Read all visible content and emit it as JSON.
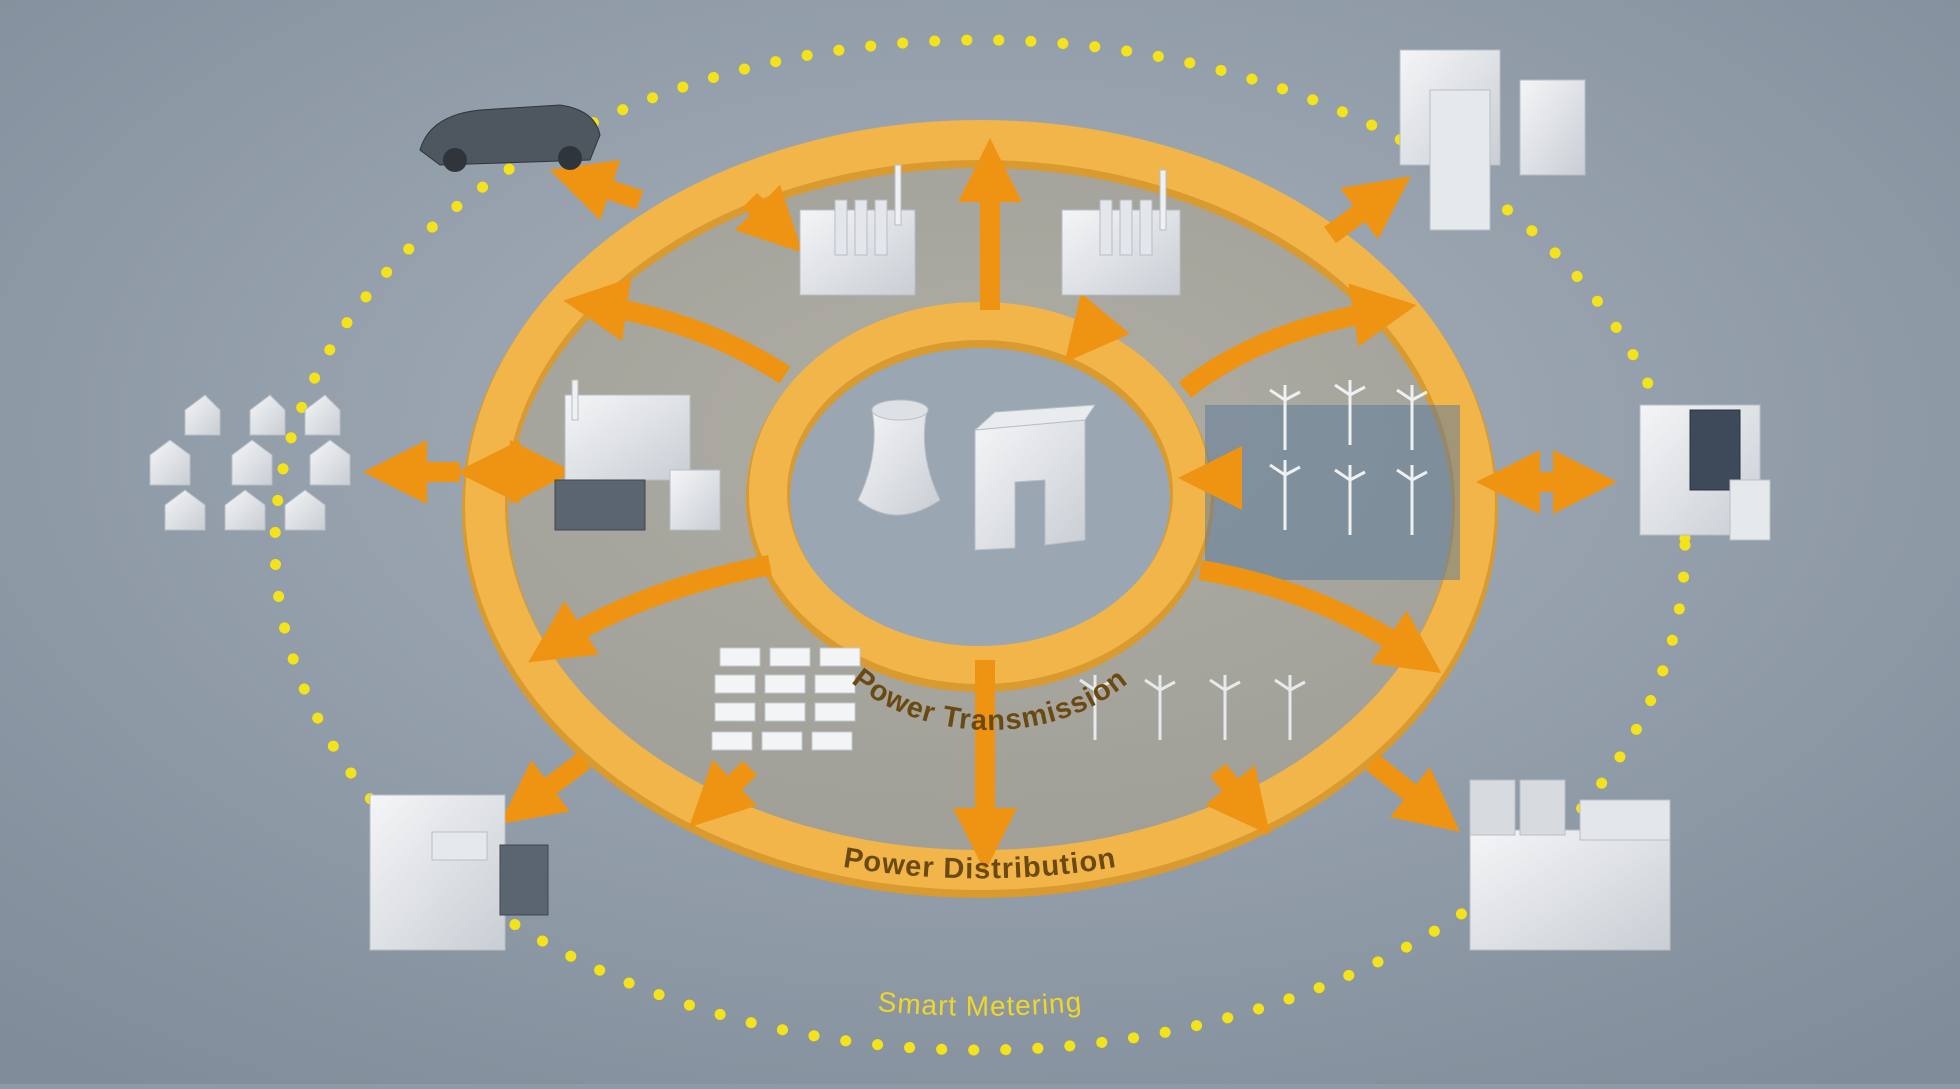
{
  "diagram": {
    "labels": {
      "transmission": "Power Transmission",
      "distribution": "Power Distribution",
      "metering": "Smart Metering"
    },
    "colors": {
      "background": "#8e9aa6",
      "ring": "#f2b54a",
      "ring_edge": "#d99a2f",
      "arrow": "#ee9412",
      "meter_dot": "#f4e31a",
      "label_text": "#6b4a12",
      "metering_text": "#f1d62a"
    },
    "elements": [
      "cooling-tower",
      "central-power-station",
      "fossil-power-plant",
      "industrial-power-plant",
      "chp-plant",
      "offshore-wind-farm",
      "onshore-wind-farm",
      "solar-array",
      "electric-car",
      "office-towers",
      "residential-houses",
      "solar-house",
      "factory-with-silos",
      "house-with-generator"
    ]
  }
}
